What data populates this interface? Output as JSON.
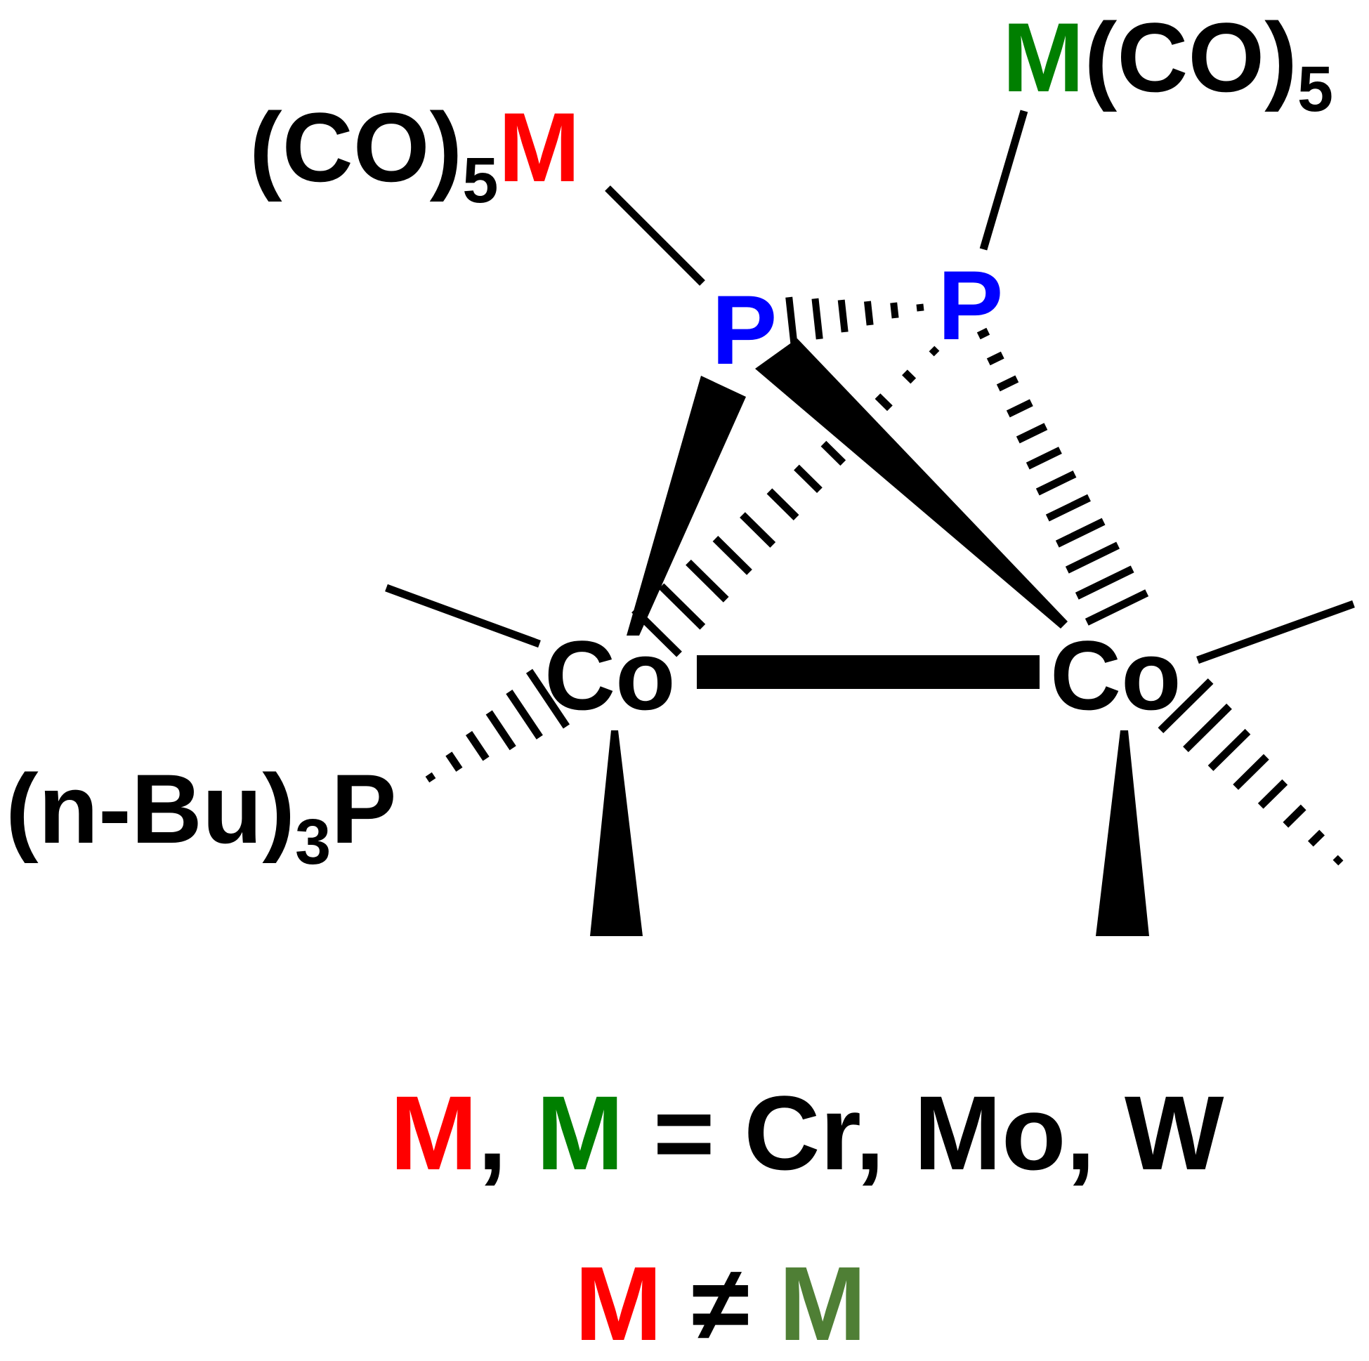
{
  "colors": {
    "black": "#000000",
    "red": "#ff0000",
    "green": "#007f00",
    "olive_green": "#4f7f35",
    "blue": "#0000ff"
  },
  "structure": {
    "m1_group": {
      "prefix": "(CO)",
      "sub": "5",
      "metal": "M"
    },
    "m2_group": {
      "metal": "M",
      "suffix": "(CO)",
      "sub": "5"
    },
    "phosphorus_left": "P",
    "phosphorus_right": "P",
    "cobalt_left": "Co",
    "cobalt_right": "Co",
    "phosphine": {
      "prefix": "(n-Bu)",
      "sub": "3",
      "suffix": "P"
    }
  },
  "legend": {
    "line1": {
      "m1": "M",
      "comma": ", ",
      "m2": "M",
      "rest": " = Cr, Mo, W"
    },
    "line2": {
      "m1": "M",
      "neq": " ≠ ",
      "m2": "M"
    }
  }
}
